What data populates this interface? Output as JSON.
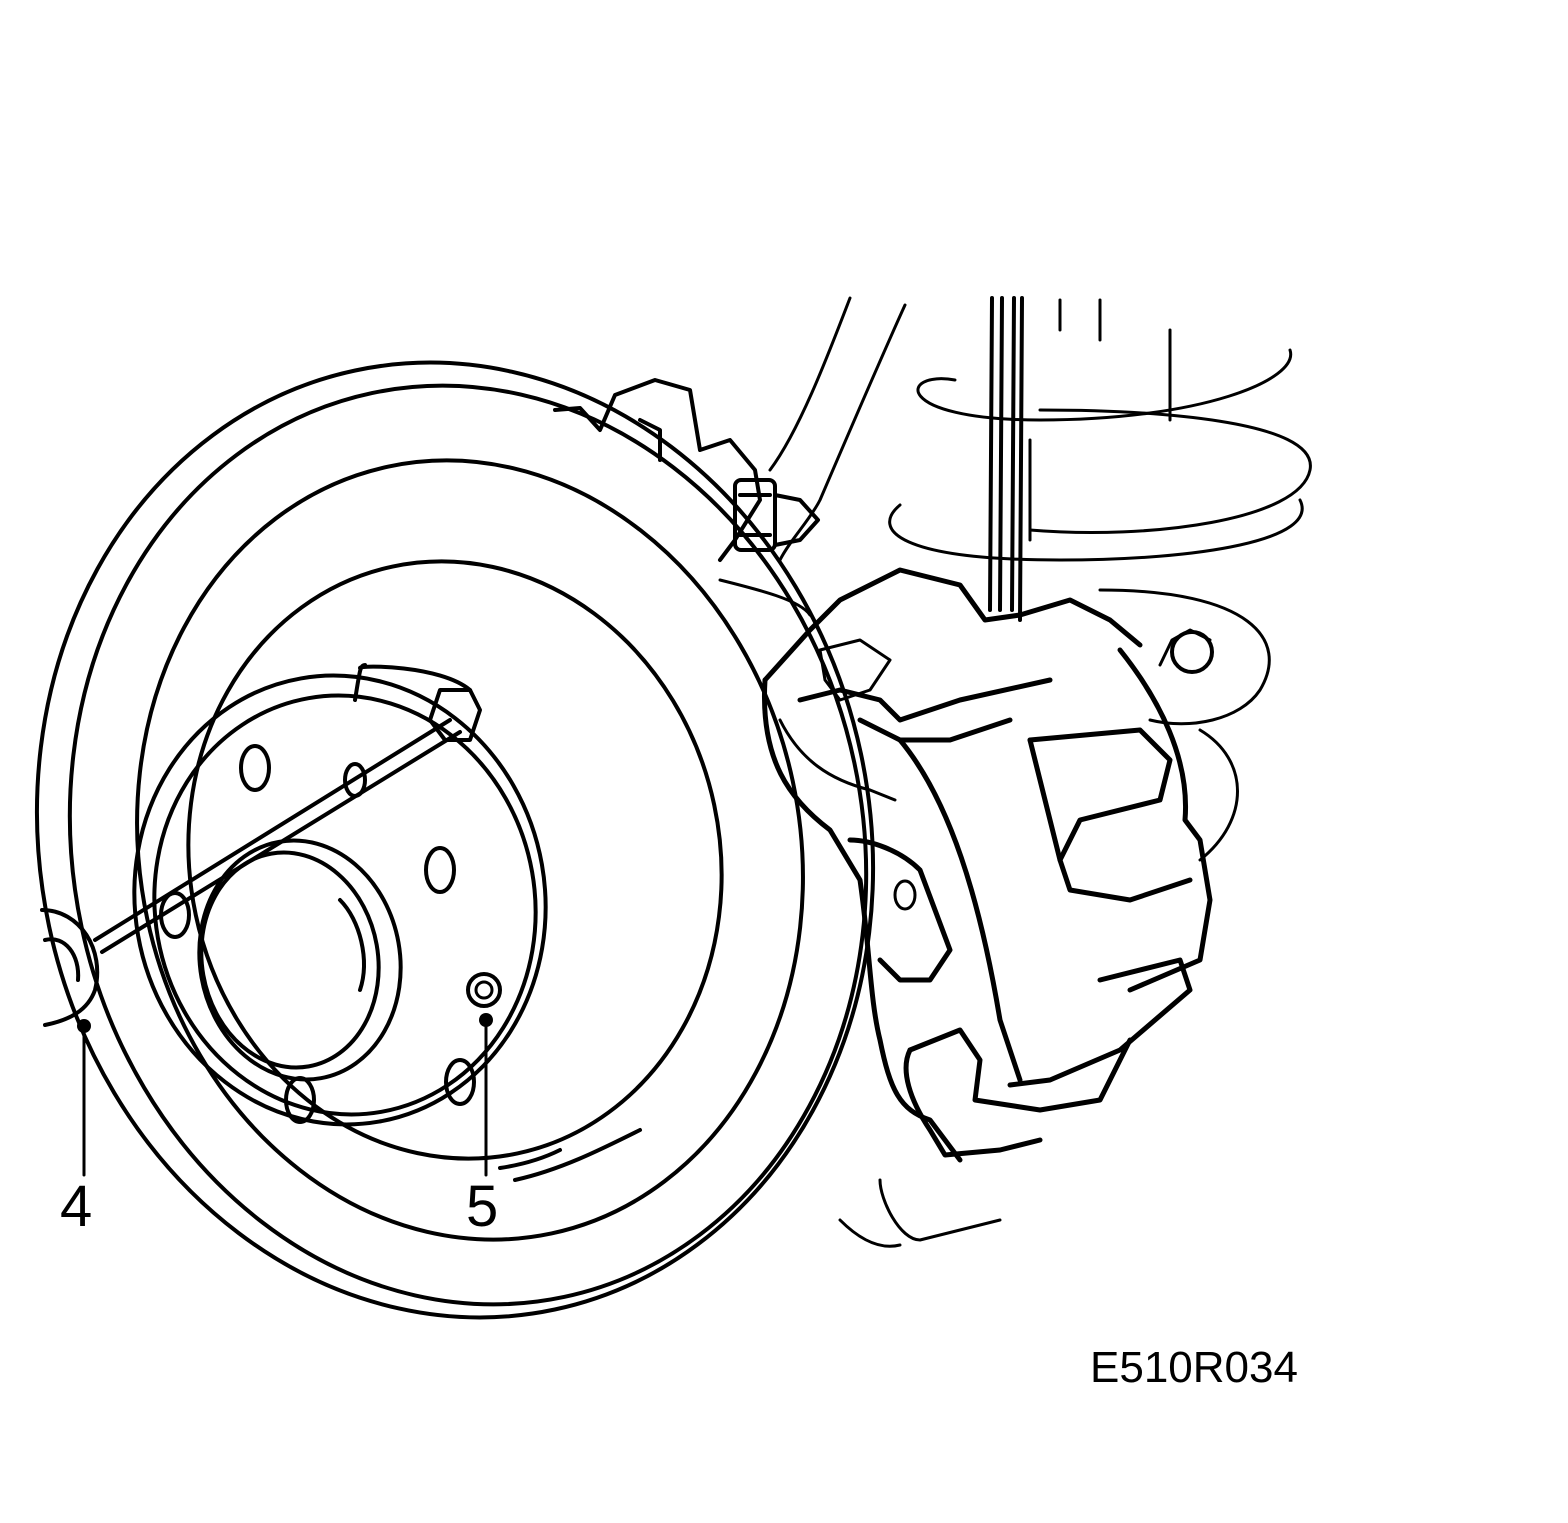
{
  "figure": {
    "code": "E510R034",
    "ink_color": "#000000",
    "background_color": "#ffffff"
  },
  "callouts": [
    {
      "id": "4",
      "label": "4"
    },
    {
      "id": "5",
      "label": "5"
    }
  ],
  "parts": {
    "brake_disc": "brake-disc-icon",
    "wheel_hub": "wheel-hub-icon",
    "brake_caliper": "brake-caliper-icon",
    "coil_spring": "coil-spring-icon",
    "tool_shaft": "screwdriver-icon"
  }
}
